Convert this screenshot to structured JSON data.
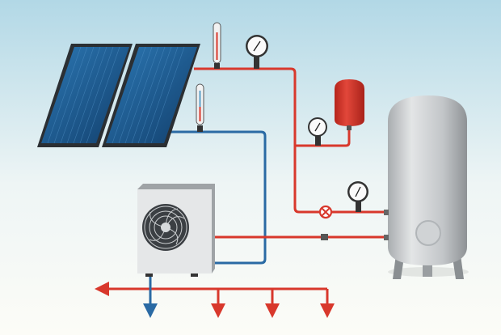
{
  "colors": {
    "sky_top": "#b4d9e6",
    "sky_bottom": "#fbfbf6",
    "hot_pipe": "#d8382c",
    "cold_pipe": "#2a6aa4",
    "panel": "#1f5e94",
    "tank": "#c4c8cb",
    "expansion_tank": "#d7372a",
    "heat_pump": "#e4e6e7"
  },
  "components": [
    "solar-collector",
    "heat-pump",
    "storage-tank",
    "expansion-vessel",
    "pressure-gauge",
    "thermometer",
    "shutoff-valve"
  ]
}
